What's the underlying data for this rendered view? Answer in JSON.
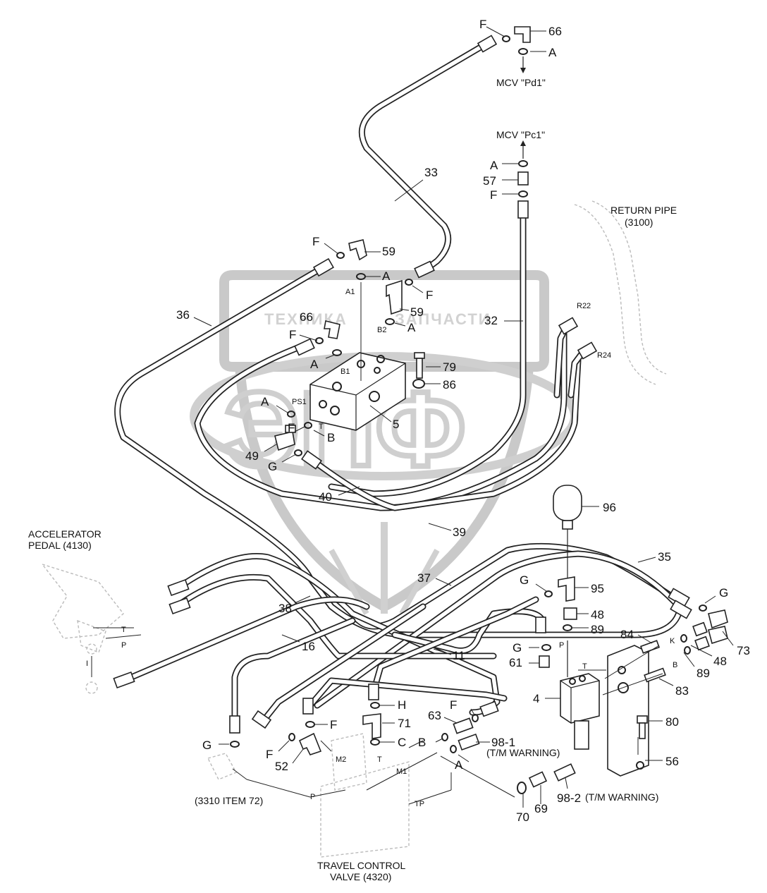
{
  "watermark": {
    "left_text": "ТЕХНИКА",
    "right_text": "ЗАПЧАСТИ",
    "logo_text": "ЭПФ"
  },
  "labels": {
    "mcv_pd1": "MCV \"Pd1\"",
    "mcv_pc1": "MCV \"Pc1\"",
    "return_pipe": "RETURN PIPE",
    "return_pipe_ref": "(3100)",
    "accel_pedal": "ACCELERATOR",
    "accel_pedal_ref": "PEDAL (4130)",
    "item72": "(3310 ITEM 72)",
    "travel_valve": "TRAVEL CONTROL",
    "travel_valve_ref": "VALVE (4320)",
    "tm_warning_1": "(T/M WARNING)",
    "tm_warning_2": "(T/M WARNING)"
  },
  "callouts": {
    "n66a": "66",
    "A1top": "A",
    "F1top": "F",
    "n57": "57",
    "A57": "A",
    "F57": "F",
    "n33": "33",
    "n36": "36",
    "n59a": "59",
    "F59a": "F",
    "A59a": "A",
    "n59b": "59",
    "F59b": "F",
    "A59b": "A",
    "n66b": "66",
    "F66b": "F",
    "A66b": "A",
    "n32": "32",
    "n79": "79",
    "n86": "86",
    "n5": "5",
    "Aps1": "A",
    "Ft": "F",
    "Bt": "B",
    "n49": "49",
    "G49": "G",
    "n40": "40",
    "n39": "39",
    "n96": "96",
    "n35": "35",
    "n37": "37",
    "n38": "38",
    "n16": "16",
    "n11": "11",
    "G95": "G",
    "n95": "95",
    "n48a": "48",
    "n89a": "89",
    "n84": "84",
    "G73": "G",
    "n73": "73",
    "n48b": "48",
    "n89b": "89",
    "n83": "83",
    "G61": "G",
    "n61": "61",
    "n4": "4",
    "H71": "H",
    "n71": "71",
    "F71": "F",
    "C71": "C",
    "n63": "63",
    "F63": "F",
    "B63": "B",
    "n98_1": "98-1",
    "A98": "A",
    "G52": "G",
    "F52": "F",
    "n52": "52",
    "n80": "80",
    "n56": "56",
    "n70": "70",
    "n69": "69",
    "n98_2": "98-2"
  },
  "ports": {
    "A1": "A1",
    "B1": "B1",
    "B2": "B2",
    "PS1": "PS1",
    "T": "T",
    "R22": "R22",
    "R24": "R24",
    "M1": "M1",
    "M2": "M2",
    "P1": "P",
    "TP": "TP",
    "P2": "P",
    "T2": "T",
    "P3": "P",
    "T3": "T",
    "K": "K",
    "B3": "B",
    "T4": "T",
    "P4": "P",
    "I": "I"
  }
}
